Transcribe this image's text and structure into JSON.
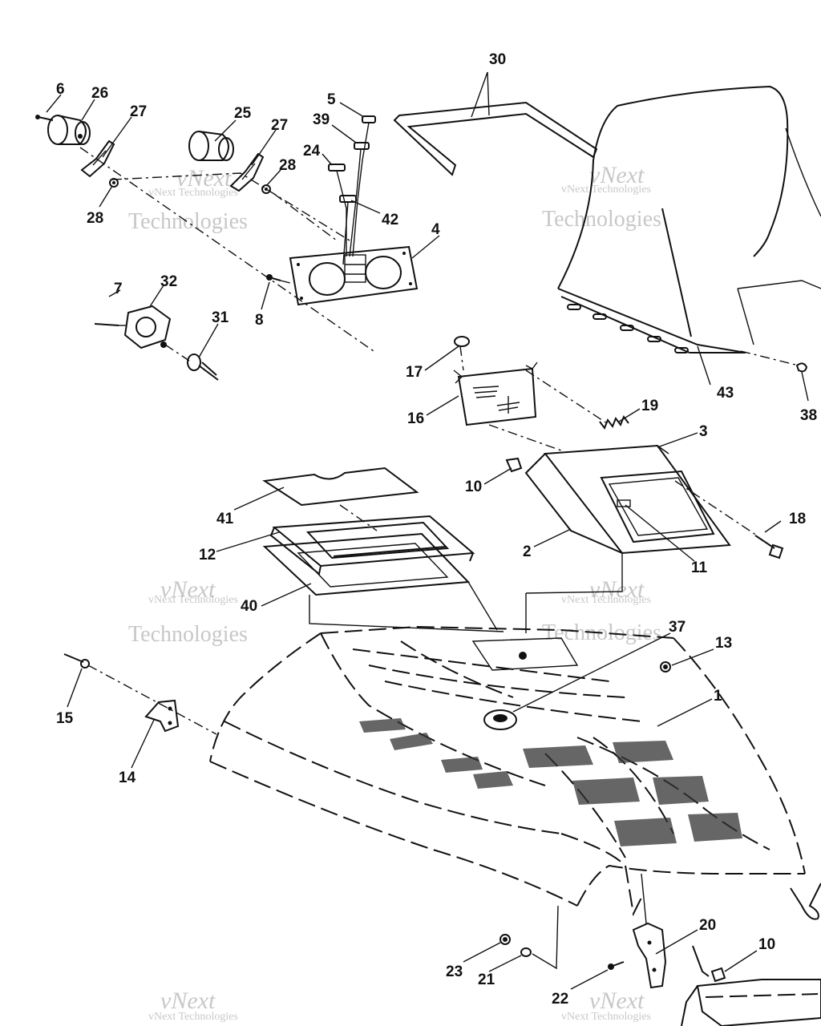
{
  "labels": {
    "p1": "1",
    "p2": "2",
    "p3": "3",
    "p4": "4",
    "p5": "5",
    "p6": "6",
    "p7": "7",
    "p8": "8",
    "p10a": "10",
    "p10b": "10",
    "p11": "11",
    "p12": "12",
    "p13": "13",
    "p14": "14",
    "p15": "15",
    "p16": "16",
    "p17": "17",
    "p18": "18",
    "p19": "19",
    "p20": "20",
    "p21": "21",
    "p22": "22",
    "p23": "23",
    "p24": "24",
    "p25": "25",
    "p26": "26",
    "p27a": "27",
    "p27b": "27",
    "p28a": "28",
    "p28b": "28",
    "p30": "30",
    "p31": "31",
    "p32": "32",
    "p37": "37",
    "p38": "38",
    "p39": "39",
    "p40": "40",
    "p41": "41",
    "p42": "42",
    "p43": "43"
  },
  "watermark": {
    "line1": "vNext Technologies",
    "line2": "Technologies",
    "logo": "vNext"
  }
}
